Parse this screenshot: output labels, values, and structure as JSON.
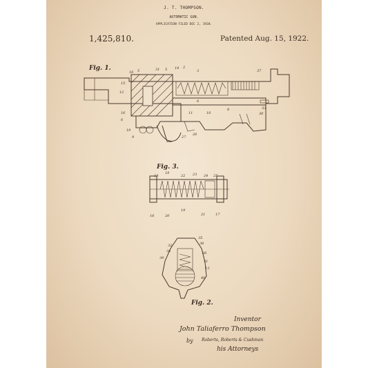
{
  "header": {
    "inventor_name": "J. T. THOMPSON.",
    "title": "AUTOMATIC GUN.",
    "filed": "APPLICATION FILED DEC 2, 1920."
  },
  "patent_number": "1,425,810.",
  "patented": "Patented Aug. 15, 1922.",
  "figures": {
    "fig1": "Fig. 1.",
    "fig3": "Fig. 3.",
    "fig2": "Fig. 2."
  },
  "footer": {
    "inventor_label": "Inventor",
    "inventor_full": "John Taliaferro Thompson",
    "by": "by",
    "attorneys_sig": "Roberts, Roberts & Cushman",
    "attorneys_label": "his Attorneys"
  },
  "colors": {
    "paper": "#ecd9bf",
    "ink": "#3a2c22"
  }
}
